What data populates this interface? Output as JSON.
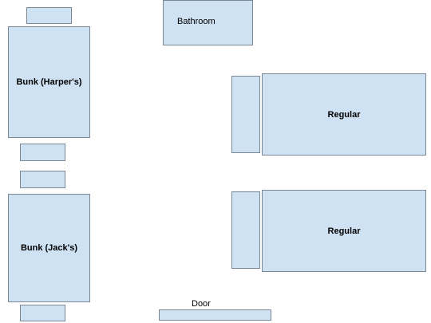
{
  "colors": {
    "furniture_fill": "#cfe2f3",
    "outline": "#7b8794"
  },
  "labels": {
    "bathroom": "Bathroom",
    "bunk_harper": "Bunk (Harper's)",
    "bunk_jack": "Bunk (Jack's)",
    "regular_top": "Regular",
    "regular_bottom": "Regular",
    "door": "Door"
  }
}
